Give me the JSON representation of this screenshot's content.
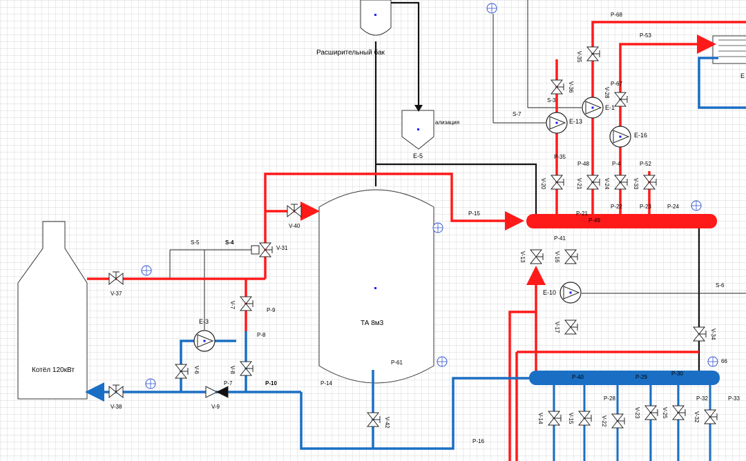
{
  "diagram": {
    "equipment": {
      "boiler": "Котёл 120кВт",
      "tank": "ТА 8м3",
      "expansion_tank": "Расширительный бак",
      "drain": "ализация",
      "e5": "E-5",
      "e3": "E-3",
      "e10": "E-10",
      "e13": "E-13",
      "e16": "E-16",
      "e1": "E-1",
      "e_edge": "E"
    },
    "valves": {
      "v37": "V-37",
      "v38": "V-38",
      "v40": "V-40",
      "v31": "V-31",
      "v7": "V-7",
      "v8": "V-8",
      "v6": "V-6",
      "v9": "V-9",
      "v42": "V-42",
      "v13": "V-13",
      "v16": "V-16",
      "v17": "V-17",
      "v34": "V-34",
      "v20": "V-20",
      "v21": "V-21",
      "v24": "V-24",
      "v33": "V-33",
      "v35": "V-35",
      "v36": "V-36",
      "v28": "V-28",
      "v14": "V-14",
      "v15": "V-15",
      "v22": "V-22",
      "v23": "V-23",
      "v25": "V-25",
      "v32": "V-32"
    },
    "pipes": {
      "p9": "P-9",
      "p8": "P-8",
      "p7": "P-7",
      "p10": "P-10",
      "p14": "P-14",
      "p61": "P-61",
      "p16": "P-16",
      "p15": "P-15",
      "p21": "P-21",
      "p49": "P-49",
      "p22": "P-22",
      "p23": "P-23",
      "p24": "P-24",
      "p41": "P-41",
      "p35": "P-35",
      "p48": "P-48",
      "p4": "P-4",
      "p52": "P-52",
      "p67": "P-67",
      "p68": "P-68",
      "p53": "P-53",
      "p40": "P-40",
      "p29": "P-29",
      "p30": "P-30",
      "p28": "P-28",
      "p32": "P-32",
      "p33": "P-33",
      "p66": "66"
    },
    "signals": {
      "s5": "S-5",
      "s4": "S-4",
      "s7": "S-7",
      "s6": "S-6",
      "s3": "S-3"
    }
  }
}
